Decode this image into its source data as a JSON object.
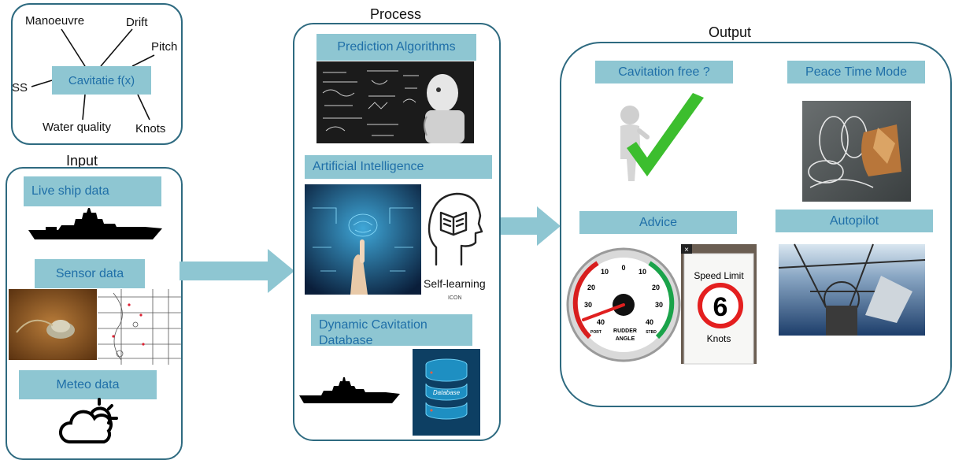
{
  "cavitation_box": {
    "center": "Cavitatie f(x)",
    "factors": [
      "Manoeuvre",
      "Drift",
      "Pitch",
      "SS",
      "Water quality",
      "Knots"
    ]
  },
  "input": {
    "title": "Input",
    "items": [
      "Live ship data",
      "Sensor data",
      "Meteo data"
    ]
  },
  "process": {
    "title": "Process",
    "items": [
      "Prediction Algorithms",
      "Artificial Intelligence",
      "Dynamic Cavitation\nDatabase"
    ],
    "self_learning": "Self-learning",
    "icon_caption": "ICON",
    "database_label": "Database"
  },
  "output": {
    "title": "Output",
    "items": [
      "Cavitation free ?",
      "Peace Time Mode",
      "Advice",
      "Autopilot"
    ],
    "gauge": {
      "top_ticks": [
        "10",
        "0",
        "10"
      ],
      "mid_ticks": [
        "20",
        "20"
      ],
      "low_ticks": [
        "30",
        "30"
      ],
      "bottom_ticks": [
        "40",
        "40"
      ],
      "port": "PORT",
      "stbd": "STBD",
      "caption_1": "RUDDER",
      "caption_2": "ANGLE"
    },
    "sign": {
      "top": "Speed Limit",
      "value": "6",
      "bottom": "Knots",
      "close": "×"
    }
  },
  "colors": {
    "panel_border": "#2e6a80",
    "tag_fill": "#8ec6d2",
    "tag_text": "#1f6fa8",
    "arrow": "#8ec6d2"
  }
}
